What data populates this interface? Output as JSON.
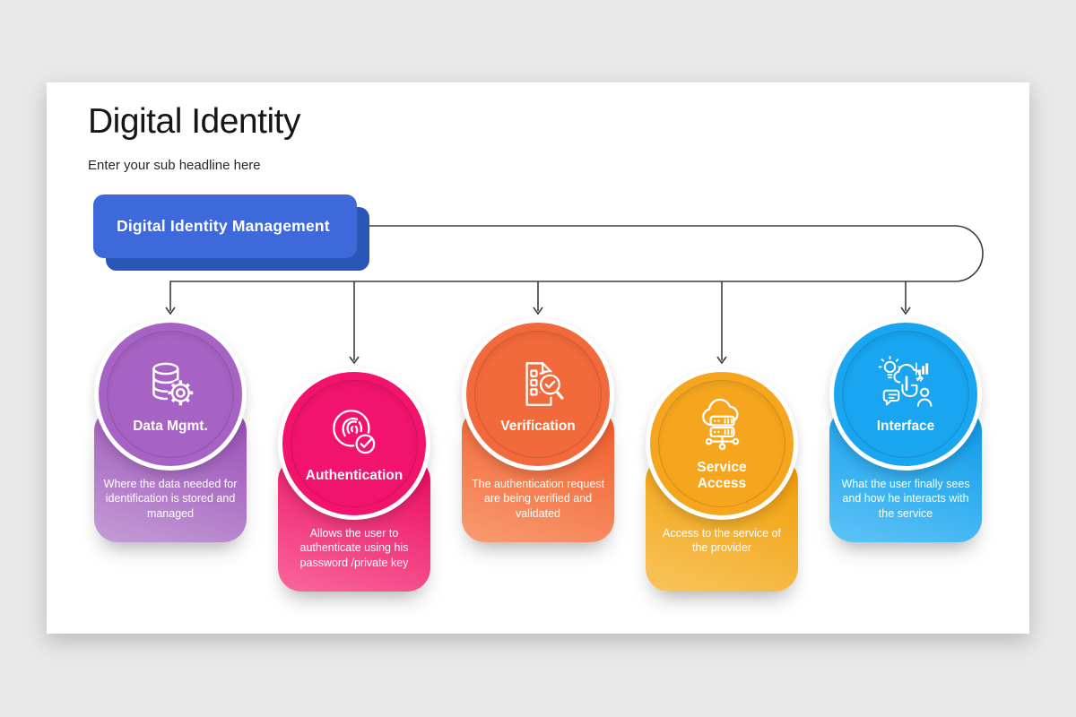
{
  "page": {
    "background_color": "#e9e8e8"
  },
  "slide": {
    "title": "Digital Identity",
    "subtitle": "Enter your sub headline here"
  },
  "root_node": {
    "label": "Digital Identity Management",
    "fill_color": "#3d69db",
    "shadow_color": "#2c55b8",
    "text_color": "#ffffff"
  },
  "connector": {
    "line_color": "#3d3d3d"
  },
  "cards": [
    {
      "title": "Data Mgmt.",
      "description": "Where the data needed for identification is stored and managed",
      "icon": "database-gear-icon",
      "circle_color": "#a763c4",
      "gradient_top": "#9a4eb7",
      "gradient_bottom": "#c39cd6",
      "row": "high"
    },
    {
      "title": "Authentication",
      "description": "Allows the user to authenticate using his password /private key",
      "icon": "fingerprint-check-icon",
      "circle_color": "#f2146c",
      "gradient_top": "#ea0a60",
      "gradient_bottom": "#f9679c",
      "row": "low"
    },
    {
      "title": "Verification",
      "description": "The authentication request are being verified and validated",
      "icon": "document-checklist-search-icon",
      "circle_color": "#f26a3b",
      "gradient_top": "#f15c2b",
      "gradient_bottom": "#f89b71",
      "row": "high"
    },
    {
      "title": "Service Access",
      "description": "Access to the service of the provider",
      "icon": "cloud-server-network-icon",
      "circle_color": "#f5a61e",
      "gradient_top": "#f09d05",
      "gradient_bottom": "#f8c45c",
      "row": "low"
    },
    {
      "title": "Interface",
      "description": "What the user finally sees and how he interacts with the service",
      "icon": "user-interaction-icon",
      "circle_color": "#19a5f0",
      "gradient_top": "#0c9ae8",
      "gradient_bottom": "#5ec3f7",
      "row": "high"
    }
  ]
}
